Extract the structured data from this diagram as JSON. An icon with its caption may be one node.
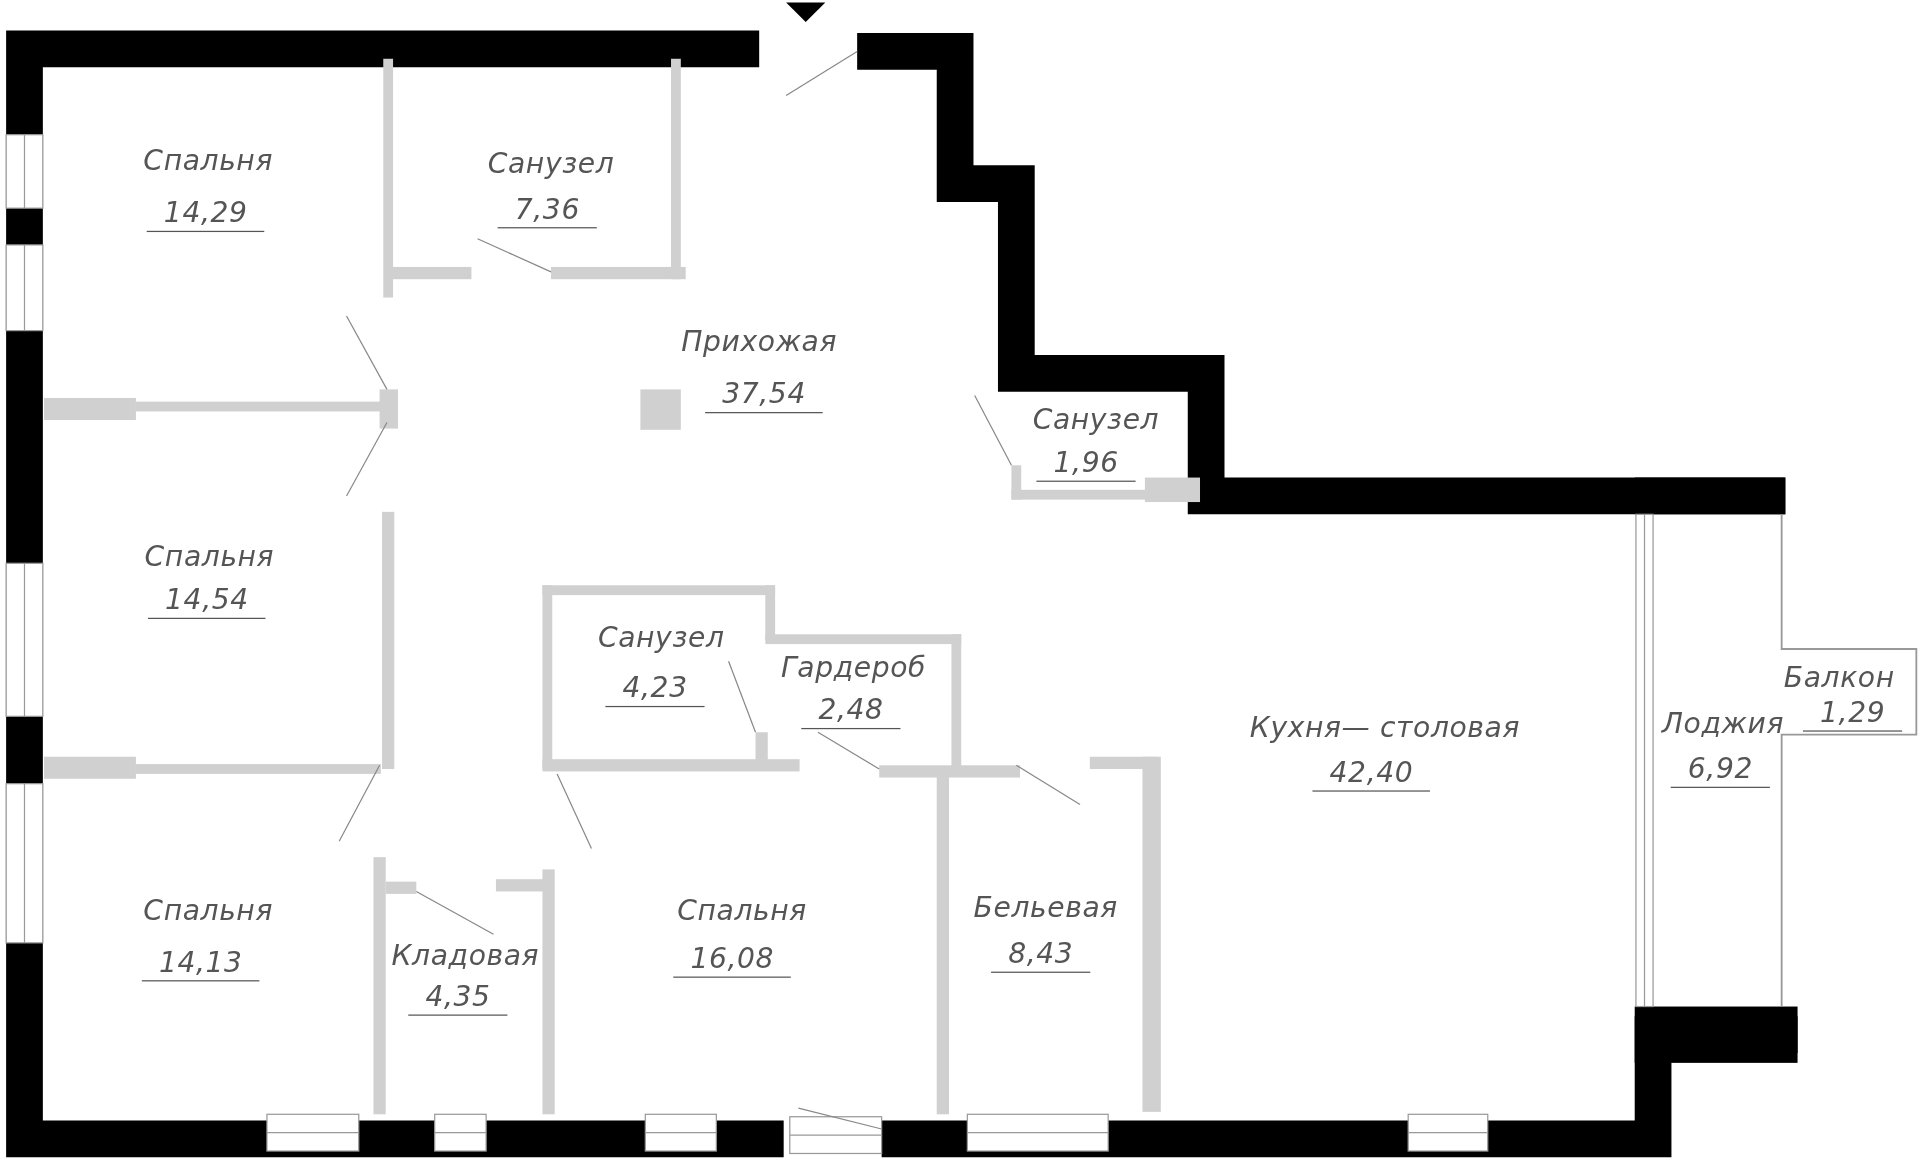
{
  "diagram": {
    "nodes": [
      {
        "text": [
          "Спальня",
          "14,29"
        ]
      },
      {
        "text": [
          "Санузел",
          "7,36"
        ]
      },
      {
        "text": [
          "Прихожая",
          "37,54"
        ]
      },
      {
        "text": [
          "Санузел",
          "1,96"
        ]
      },
      {
        "text": [
          "Спальня",
          "14,54"
        ]
      },
      {
        "text": [
          "Санузел",
          "4,23"
        ]
      },
      {
        "text": [
          "Гардероб",
          "2,48"
        ]
      },
      {
        "text": [
          "Кухня— столовая",
          "42,40"
        ]
      },
      {
        "text": [
          "Лоджия",
          "6,92"
        ]
      },
      {
        "text": [
          "Балкон",
          "1,29"
        ]
      },
      {
        "text": [
          "Спальня",
          "14,13"
        ]
      },
      {
        "text": [
          "Кладовая",
          "4,35"
        ]
      },
      {
        "text": [
          "Спальня",
          "16,08"
        ]
      },
      {
        "text": [
          "Бельевая",
          "8,43"
        ]
      }
    ]
  }
}
